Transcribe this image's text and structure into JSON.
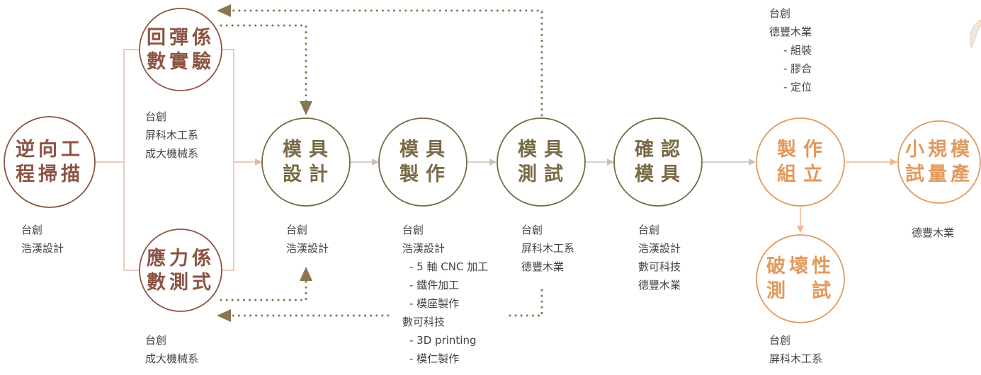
{
  "colors": {
    "brown": "#8c5443",
    "olive": "#7a6b45",
    "orange": "#e19a5d",
    "connector_light": "#e3b8a8",
    "connector_gray": "#c8c3b6",
    "connector_orange": "#f2b48e",
    "dotted": "#8a7650",
    "text": "#444444"
  },
  "nodes": {
    "reverse_scan": {
      "line1": "逆向工",
      "line2": "程掃描"
    },
    "rebound_test": {
      "line1": "回彈係",
      "line2": "數實驗"
    },
    "stress_test": {
      "line1": "應力係",
      "line2": "數測式"
    },
    "mold_design": {
      "line1": "模具",
      "line2": "設計"
    },
    "mold_make": {
      "line1": "模具",
      "line2": "製作"
    },
    "mold_test": {
      "line1": "模具",
      "line2": "測試"
    },
    "mold_confirm": {
      "line1": "確認",
      "line2": "模具"
    },
    "assemble": {
      "line1": "製作",
      "line2": "組立"
    },
    "small_batch": {
      "line1": "小規模",
      "line2": "試量產"
    },
    "destructive": {
      "line1": "破壞性",
      "line2": "測　試"
    }
  },
  "captions": {
    "reverse_scan": [
      "台創",
      "浩漢設計"
    ],
    "middle_left": [
      "台創",
      "屏科木工系",
      "成大機械系"
    ],
    "stress_test": [
      "台創",
      "成大機械系"
    ],
    "mold_design": [
      "台創",
      "浩漢設計"
    ],
    "mold_make": {
      "org1": "台創",
      "org2": "浩漢設計",
      "sub1": [
        "- 5 軸 CNC 加工",
        "- 鐵件加工",
        "- 模座製作"
      ],
      "org3": "數可科技",
      "sub2": [
        "- 3D printing",
        "- 模仁製作"
      ]
    },
    "mold_test": [
      "台創",
      "屏科木工系",
      "德豐木業"
    ],
    "mold_confirm": [
      "台創",
      "浩漢設計",
      "數可科技",
      "德豐木業"
    ],
    "assemble_top": {
      "org1": "台創",
      "org2": "德豐木業",
      "sub": [
        "- 組裝",
        "- 膠合",
        "- 定位"
      ]
    },
    "small_batch": [
      "德豐木業"
    ],
    "destructive": [
      "台創",
      "屏科木工系"
    ]
  }
}
